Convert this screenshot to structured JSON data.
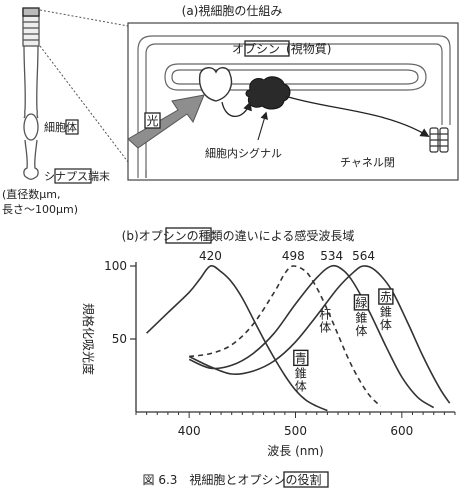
{
  "panel_a": {
    "title": "(a)視細胞の仕組み",
    "cell_body_pre": "細胞",
    "cell_body_boxed": "体",
    "synapse_pre": "シ",
    "synapse_boxed": "ナプス",
    "synapse_post": "端末",
    "dims_line1": "(直径数μm,",
    "dims_line2": "長さ～100μm)",
    "opsin_pre": "オ",
    "opsin_boxed": "プシン",
    "opsin_post": "(視物質)",
    "light_boxed": "光",
    "signal_label": "細胞内シグナル",
    "channel_label": "チャネル閉"
  },
  "panel_b": {
    "title_pre": "(b)オ",
    "title_boxed": "プシン",
    "title_post": "の種類の違いによる感受波長域"
  },
  "chart_data": {
    "type": "line",
    "xlabel": "波長 (nm)",
    "ylabel": "規格化吸光度",
    "xlim": [
      350,
      650
    ],
    "ylim": [
      0,
      100
    ],
    "x_ticks": [
      400,
      500,
      600
    ],
    "y_ticks": [
      50,
      100
    ],
    "series": [
      {
        "name": "青錐体",
        "boxed_char": "青",
        "suffix": "錐体",
        "peak": 420,
        "dashed": false,
        "points": [
          [
            360,
            54
          ],
          [
            380,
            68
          ],
          [
            400,
            82
          ],
          [
            410,
            91
          ],
          [
            420,
            100
          ],
          [
            430,
            96
          ],
          [
            440,
            89
          ],
          [
            450,
            78
          ],
          [
            460,
            64
          ],
          [
            470,
            50
          ],
          [
            480,
            37
          ],
          [
            490,
            25
          ],
          [
            500,
            15
          ],
          [
            510,
            8
          ],
          [
            520,
            4
          ],
          [
            530,
            1
          ]
        ]
      },
      {
        "name": "杆体",
        "boxed_char": "",
        "suffix": "杆体",
        "peak": 498,
        "dashed": true,
        "points": [
          [
            400,
            38
          ],
          [
            420,
            40
          ],
          [
            440,
            46
          ],
          [
            460,
            60
          ],
          [
            480,
            82
          ],
          [
            490,
            95
          ],
          [
            498,
            100
          ],
          [
            510,
            96
          ],
          [
            520,
            85
          ],
          [
            530,
            70
          ],
          [
            540,
            53
          ],
          [
            550,
            36
          ],
          [
            560,
            22
          ],
          [
            570,
            11
          ],
          [
            580,
            4
          ]
        ]
      },
      {
        "name": "緑錐体",
        "boxed_char": "緑",
        "suffix": "錐体",
        "peak": 534,
        "dashed": false,
        "points": [
          [
            400,
            36
          ],
          [
            420,
            30
          ],
          [
            440,
            32
          ],
          [
            460,
            40
          ],
          [
            480,
            54
          ],
          [
            500,
            74
          ],
          [
            520,
            92
          ],
          [
            534,
            100
          ],
          [
            545,
            97
          ],
          [
            555,
            88
          ],
          [
            570,
            68
          ],
          [
            585,
            45
          ],
          [
            600,
            24
          ],
          [
            615,
            10
          ],
          [
            630,
            3
          ]
        ]
      },
      {
        "name": "赤錐体",
        "boxed_char": "赤",
        "suffix": "錐体",
        "peak": 564,
        "dashed": false,
        "points": [
          [
            400,
            38
          ],
          [
            420,
            31
          ],
          [
            440,
            26
          ],
          [
            460,
            28
          ],
          [
            480,
            35
          ],
          [
            500,
            48
          ],
          [
            520,
            66
          ],
          [
            540,
            85
          ],
          [
            555,
            96
          ],
          [
            564,
            100
          ],
          [
            575,
            97
          ],
          [
            590,
            84
          ],
          [
            605,
            62
          ],
          [
            620,
            38
          ],
          [
            635,
            17
          ],
          [
            645,
            6
          ]
        ]
      }
    ]
  },
  "caption": {
    "pre": "図 6.3　視細胞とオ",
    "boxed": "プシン",
    "post": "の役割"
  }
}
